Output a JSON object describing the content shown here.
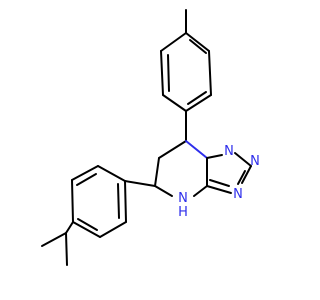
{
  "molecule": {
    "atom_labels": {
      "n1": "N",
      "n2": "N",
      "n3": "N",
      "nh": "N",
      "h": "H"
    }
  },
  "colors": {
    "bond": "#000000",
    "nitrogen": "#2e2eeb",
    "background": "#ffffff"
  }
}
